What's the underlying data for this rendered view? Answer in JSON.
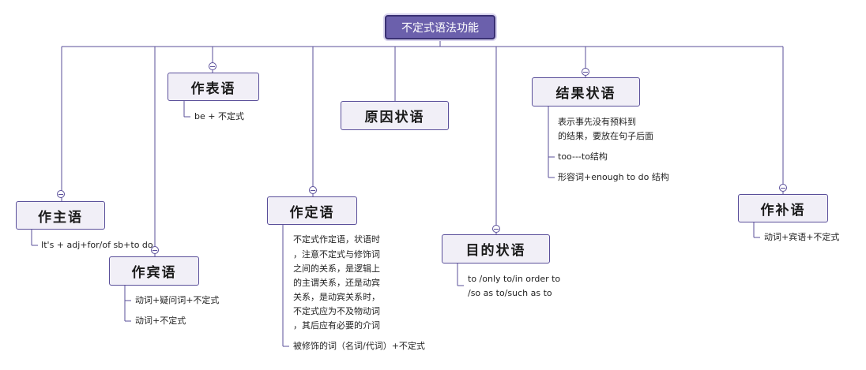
{
  "root": {
    "label": "不定式语法功能"
  },
  "nodes": {
    "subject": {
      "label": "作主语",
      "leaves": [
        "It's  + adj+for/of  sb+to  do"
      ]
    },
    "object": {
      "label": "作宾语",
      "leaves": [
        "动词+疑问词+不定式",
        "动词+不定式"
      ]
    },
    "predicative": {
      "label": "作表语",
      "leaves": [
        "be + 不定式"
      ]
    },
    "attributive": {
      "label": "作定语",
      "paragraph": [
        "不定式作定语，状语时",
        "，注意不定式与修饰词",
        "之间的关系，是逻辑上",
        "的主谓关系，还是动宾",
        "关系，是动宾关系时，",
        "不定式应为不及物动词",
        "，其后应有必要的介词"
      ],
      "leaves": [
        "被修饰的词（名词/代词）+不定式"
      ]
    },
    "cause": {
      "label": "原因状语"
    },
    "purpose": {
      "label": "目的状语",
      "leaves": [
        "to /only to/in order to",
        "/so as to/such as  to"
      ]
    },
    "result": {
      "label": "结果状语",
      "paragraph": [
        "表示事先没有预料到",
        "的结果，要放在句子后面"
      ],
      "leaves": [
        "too---to结构",
        "形容词+enough to  do 结构"
      ]
    },
    "complement": {
      "label": "作补语",
      "leaves": [
        "动词+宾语+不定式"
      ]
    }
  },
  "colors": {
    "line": "#5a4f9a",
    "root_bg": "#6b60ac",
    "node_bg": "#f1eff7"
  }
}
